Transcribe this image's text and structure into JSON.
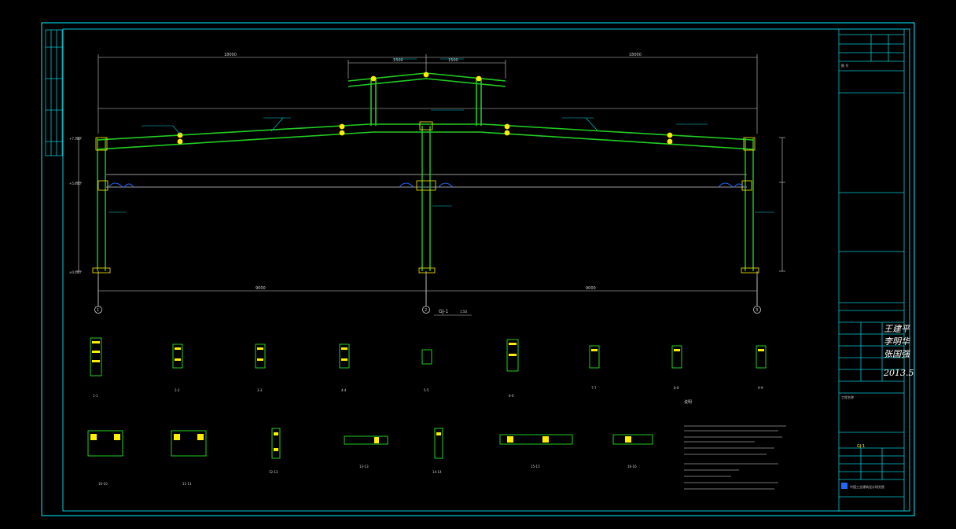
{
  "drawing": {
    "colors": {
      "background": "#000000",
      "border": "#00c8d7",
      "member": "#22cc22",
      "member_fill": "#66ee55",
      "bolt": "#ffee00",
      "dimension": "#d0d0d0",
      "leader": "#00c8d7",
      "bracing": "#2266ff",
      "note": "#cfcfcf"
    },
    "main_view_label": "GJ-1",
    "main_view_scale": "1:50",
    "details_row1": [
      "1-1",
      "2-2",
      "3-3",
      "4-4",
      "5-5",
      "6-6",
      "7-7",
      "8-8",
      "9-9"
    ],
    "details_row2": [
      "10-10",
      "11-11",
      "12-12",
      "13-13",
      "14-14",
      "15-15",
      "16-16"
    ],
    "dims": {
      "overall_top": "18000",
      "span_left": "9000",
      "span_right": "9000",
      "bottom_left": "9000",
      "bottom_right": "9000",
      "monitor_left": "1500",
      "monitor_right": "1500"
    },
    "elevations": {
      "top_left": "+7.300",
      "crane_left": "+5.600",
      "ground_left": "±0.000"
    },
    "axis_labels": [
      "1",
      "2",
      "3"
    ],
    "notes_title": "说明",
    "title_block": {
      "header_label": "图 号",
      "project_label": "工程名称",
      "drawing_name": "GJ-1",
      "designer_signature": "王建平",
      "checker_signature": "李明华",
      "approver_signature": "张国强",
      "date_signature": "2013.5",
      "company": "中国工业建筑设计研究院"
    }
  }
}
